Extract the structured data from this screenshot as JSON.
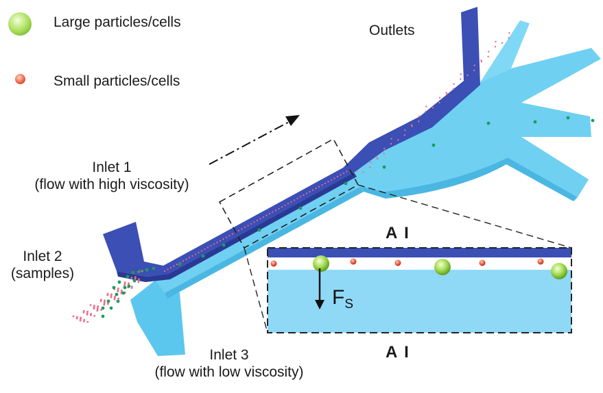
{
  "legend": {
    "large": "Large  particles/cells",
    "small": "Small particles/cells"
  },
  "labels": {
    "outlets": "Outlets",
    "inlet1_line1": "Inlet 1",
    "inlet1_line2": "(flow with high viscosity)",
    "inlet2_line1": "Inlet 2",
    "inlet2_line2": "(samples)",
    "inlet3_line1": "Inlet 3",
    "inlet3_line2": "(flow with low viscosity)",
    "section_top": "A I",
    "section_bottom": "A I",
    "force": "F",
    "force_sub": "S"
  },
  "colors": {
    "high_viscosity": "#3b4fb5",
    "low_viscosity": "#6fd0f2",
    "inset_fill": "#8fd9f6",
    "large_particle": "#9fd94a",
    "small_particle": "#e8553f",
    "green_dot": "#1a9e5a"
  }
}
